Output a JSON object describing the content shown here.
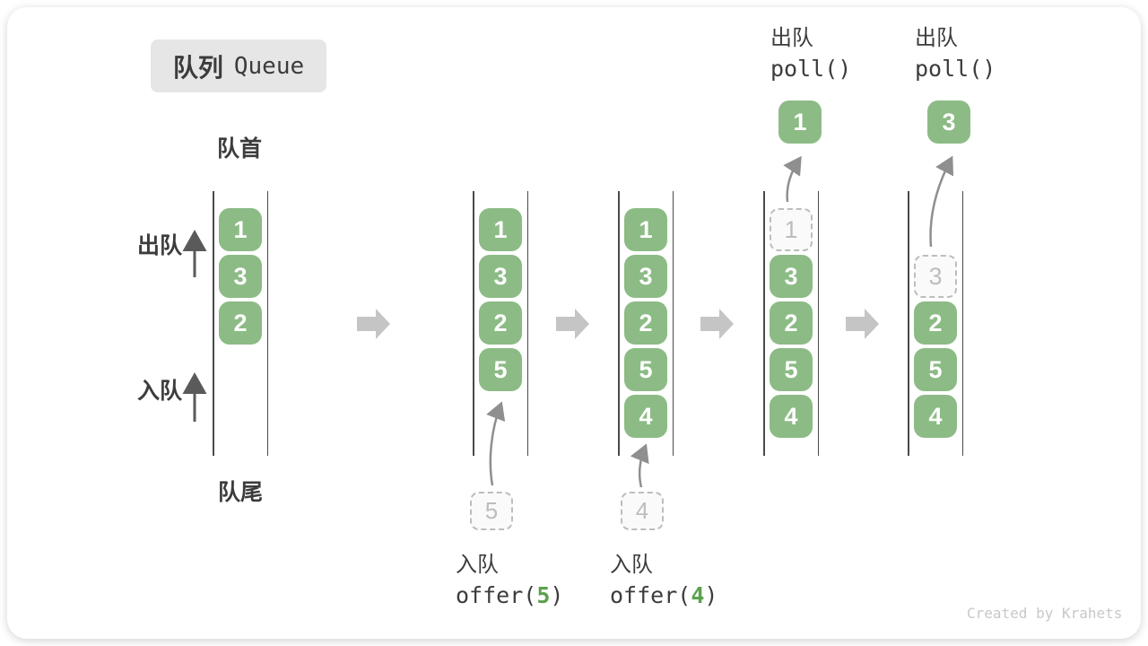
{
  "title": {
    "zh": "队列",
    "en": "Queue"
  },
  "labels": {
    "front": "队首",
    "rear": "队尾",
    "dequeue": "出队",
    "enqueue": "入队"
  },
  "columns": [
    {
      "slots": [
        {
          "v": "1",
          "state": "filled"
        },
        {
          "v": "3",
          "state": "filled"
        },
        {
          "v": "2",
          "state": "filled"
        },
        {
          "state": "empty"
        },
        {
          "state": "empty"
        }
      ]
    },
    {
      "slots": [
        {
          "v": "1",
          "state": "filled"
        },
        {
          "v": "3",
          "state": "filled"
        },
        {
          "v": "2",
          "state": "filled"
        },
        {
          "v": "5",
          "state": "filled"
        },
        {
          "state": "empty"
        }
      ]
    },
    {
      "slots": [
        {
          "v": "1",
          "state": "filled"
        },
        {
          "v": "3",
          "state": "filled"
        },
        {
          "v": "2",
          "state": "filled"
        },
        {
          "v": "5",
          "state": "filled"
        },
        {
          "v": "4",
          "state": "filled"
        }
      ]
    },
    {
      "slots": [
        {
          "v": "1",
          "state": "dashed"
        },
        {
          "v": "3",
          "state": "filled"
        },
        {
          "v": "2",
          "state": "filled"
        },
        {
          "v": "5",
          "state": "filled"
        },
        {
          "v": "4",
          "state": "filled"
        }
      ]
    },
    {
      "slots": [
        {
          "state": "empty"
        },
        {
          "v": "3",
          "state": "dashed"
        },
        {
          "v": "2",
          "state": "filled"
        },
        {
          "v": "5",
          "state": "filled"
        },
        {
          "v": "4",
          "state": "filled"
        }
      ]
    }
  ],
  "ops": {
    "enqueue5": {
      "name": "入队",
      "fn_open": "offer(",
      "arg": "5",
      "fn_close": ")",
      "pending": "5"
    },
    "enqueue4": {
      "name": "入队",
      "fn_open": "offer(",
      "arg": "4",
      "fn_close": ")",
      "pending": "4"
    },
    "poll1": {
      "name": "出队",
      "fn": "poll()",
      "result": "1"
    },
    "poll3": {
      "name": "出队",
      "fn": "poll()",
      "result": "3"
    }
  },
  "watermark": "Created by Krahets",
  "colors": {
    "item_green": "#8CBB85",
    "arg_green": "#5CA14E",
    "text_dark": "#3C3C3C",
    "step_arrow_gray": "#C5C5C5",
    "dashed_gray": "#BDBDBD",
    "wall_line": "#4A4A4A",
    "curve_arrow": "#8F8F8F",
    "watermark_gray": "#C8C8C8",
    "badge_bg": "#E6E6E6"
  }
}
